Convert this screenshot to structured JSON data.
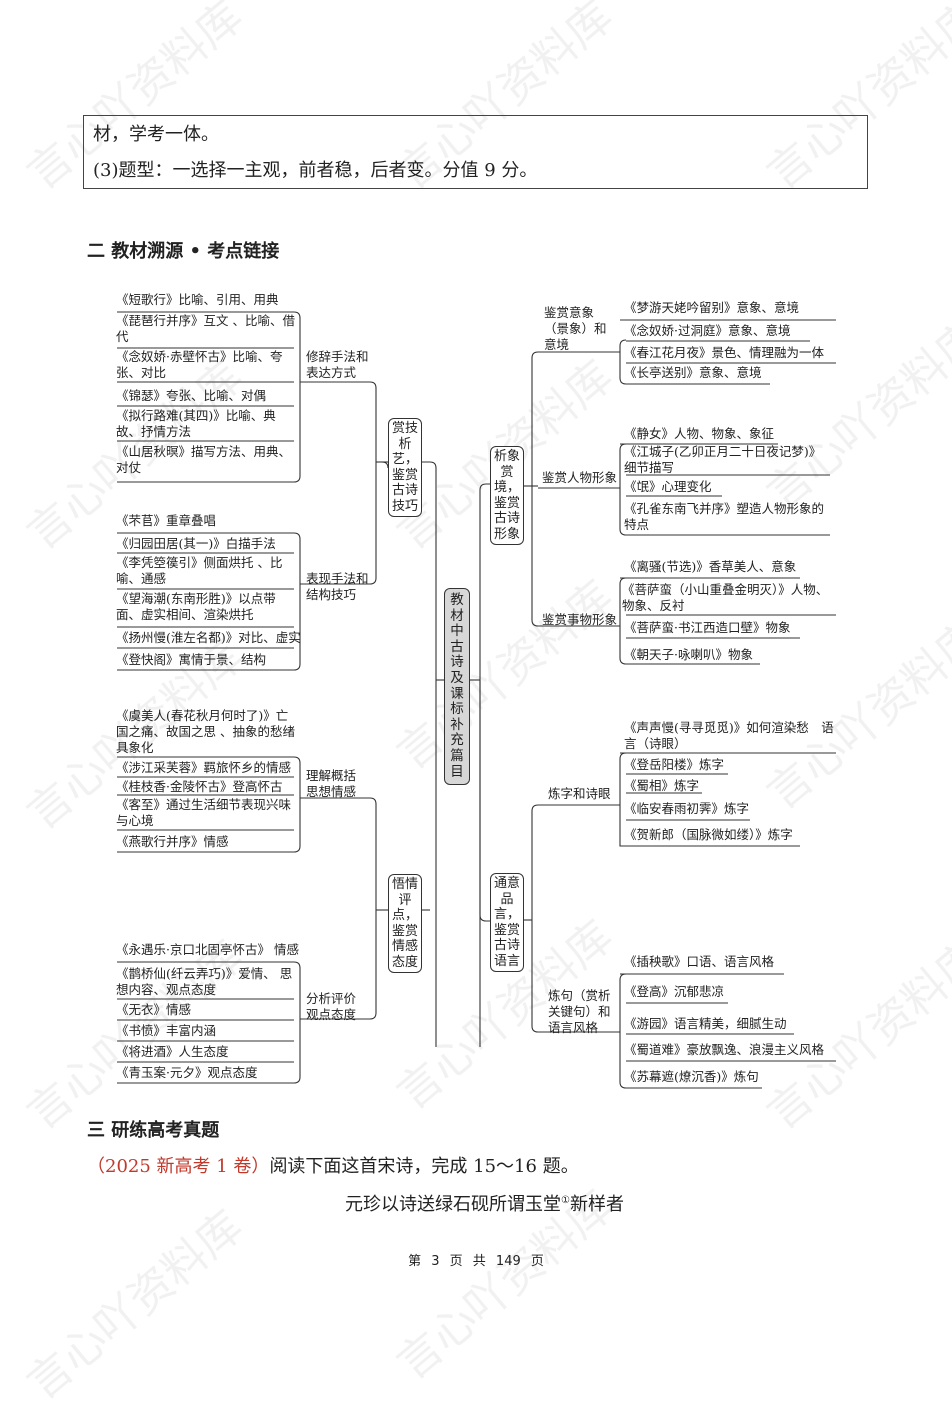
{
  "top_box": {
    "line1": "材，学考一体。",
    "line2": "(3)题型：一选择一主观，前者稳，后者变。分值 9 分。"
  },
  "section2": {
    "title": "二  教材溯源 • 考点链接"
  },
  "mindmap": {
    "root": "教材中古诗及课标补充篇目",
    "left": [
      {
        "node": "赏技析艺，鉴赏古诗技巧",
        "groups": [
          {
            "category": "修辞手法和表达方式",
            "leaves": [
              "《短歌行》比喻、引用、用典",
              "《琵琶行并序》互文 、比喻、借代",
              "《念奴娇·赤壁怀古》比喻、夸张、对比",
              "《锦瑟》夸张、比喻、对偶",
              "《拟行路难(其四)》比喻、典故、抒情方法",
              "《山居秋暝》描写方法、用典、对仗"
            ]
          },
          {
            "category": "表现手法和结构技巧",
            "leaves": [
              "《芣苢》重章叠唱",
              "《归园田居(其一)》白描手法",
              "《李凭箜篌引》侧面烘托 、比喻、通感",
              "《望海潮(东南形胜)》以点带面、虚实相间、渲染烘托",
              "《扬州慢(淮左名都)》对比、虚实",
              "《登快阁》寓情于景、结构"
            ]
          }
        ]
      },
      {
        "node": "悟情评点，鉴赏情感态度",
        "groups": [
          {
            "category": "理解概括思想情感",
            "leaves": [
              "《虞美人(春花秋月何时了)》亡国之痛、故国之思 、抽象的愁绪具象化",
              "《涉江采芙蓉》羁旅怀乡的情感",
              "《桂枝香·金陵怀古》登高怀古",
              "《客至》通过生活细节表现兴味与心境",
              "《燕歌行并序》情感"
            ]
          },
          {
            "category": "分析评价观点态度",
            "leaves": [
              "《永遇乐·京口北固亭怀古》 情感",
              "《鹊桥仙(纤云弄巧)》爱情、 思想内容、观点态度",
              "《无衣》情感",
              "《书愤》丰富内涵",
              "《将进酒》人生态度",
              "《青玉案·元夕》观点态度"
            ]
          }
        ]
      }
    ],
    "right": [
      {
        "node": "析象赏境，鉴赏古诗形象",
        "groups": [
          {
            "category": "鉴赏意象（景象）和意境",
            "leaves": [
              "《梦游天姥吟留别》意象、意境",
              "《念奴娇·过洞庭》意象、意境",
              "《春江花月夜》景色、情理融为一体",
              "《长亭送别》意象、意境"
            ]
          },
          {
            "category": "鉴赏人物形象",
            "leaves": [
              "《静女》人物、物象、象征",
              "《江城子(乙卯正月二十日夜记梦)》细节描写",
              "《氓》心理变化",
              "《孔雀东南飞并序》塑造人物形象的特点"
            ]
          },
          {
            "category": "鉴赏事物形象",
            "leaves": [
              "《离骚(节选)》香草美人、意象",
              "《菩萨蛮（小山重叠金明灭）》人物、物象、反衬",
              "《菩萨蛮·书江西造口壁》物象",
              "《朝天子·咏喇叭》物象"
            ]
          }
        ]
      },
      {
        "node": "通意品言，鉴赏古诗语言",
        "groups": [
          {
            "category": "炼字和诗眼",
            "leaves": [
              "《声声慢(寻寻觅觅)》如何渲染愁　语言（诗眼）",
              "《登岳阳楼》炼字",
              "《蜀相》炼字",
              "《临安春雨初霁》炼字",
              "《贺新郎（国脉微如缕）》炼字"
            ]
          },
          {
            "category": "炼句（赏析关键句）和语言风格",
            "leaves": [
              "《插秧歌》口语、语言风格",
              "《登高》沉郁悲凉",
              "《游园》语言精美，细腻生动",
              "《蜀道难》豪放飘逸、浪漫主义风格",
              "《苏幕遮(燎沉香)》炼句"
            ]
          }
        ]
      }
    ]
  },
  "section3": {
    "title": "三  研练高考真题",
    "source": "（2025 新高考 1 卷）",
    "instruction": "阅读下面这首宋诗，完成 15～16 题。",
    "poem_title": "元珍以诗送绿石砚所谓玉堂",
    "footnote_mark": "①",
    "poem_title_tail": "新样者"
  },
  "footer": {
    "text": "第 3 页 共 149 页"
  },
  "watermark": "言心吖资料库",
  "colors": {
    "accent_red": "#c0392b",
    "root_fill": "#d7d7d7",
    "line": "#333333"
  }
}
